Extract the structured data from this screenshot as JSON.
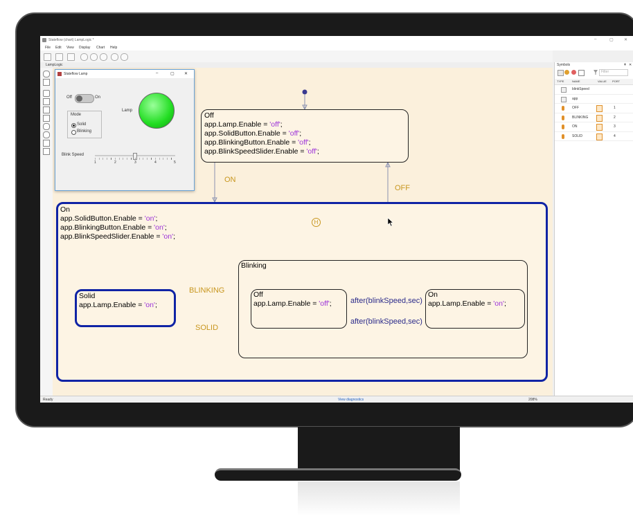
{
  "window": {
    "title": "Stateflow (chart) LampLogic *",
    "controls": [
      "–",
      "▢",
      "✕"
    ]
  },
  "menu": [
    "File",
    "Edit",
    "View",
    "Display",
    "Chart",
    "Help"
  ],
  "breadcrumb": "LampLogic",
  "status": {
    "left": "Ready",
    "center": "View diagnostics",
    "zoom": "208%"
  },
  "lamp_app": {
    "title": "Stateflow Lamp",
    "switch_off": "Off",
    "switch_on": "On",
    "lamp_label": "Lamp",
    "lamp_color": "#22dd22",
    "mode_label": "Mode",
    "mode_options": [
      "Solid",
      "Blinking"
    ],
    "mode_selected": "Solid",
    "blink_label": "Blink Speed",
    "slider_ticks": [
      "1",
      "2",
      "3",
      "4",
      "5"
    ],
    "slider_value": 3
  },
  "symbols": {
    "title": "Symbols",
    "filter_placeholder": "Filter",
    "columns": [
      "TYPE",
      "NAME",
      "VALUE",
      "PORT"
    ],
    "rows": [
      {
        "name": "blinkSpeed",
        "value": "",
        "port": ""
      },
      {
        "name": "app",
        "value": "",
        "port": ""
      },
      {
        "name": "OFF",
        "value": "",
        "port": "1"
      },
      {
        "name": "BLINKING",
        "value": "",
        "port": "2"
      },
      {
        "name": "ON",
        "value": "",
        "port": "3"
      },
      {
        "name": "SOLID",
        "value": "",
        "port": "4"
      }
    ]
  },
  "chart": {
    "off_state": {
      "name": "Off",
      "lines": [
        {
          "pre": "app.Lamp.Enable = ",
          "val": "'off'",
          "post": ";"
        },
        {
          "pre": "app.SolidButton.Enable = ",
          "val": "'off'",
          "post": ";"
        },
        {
          "pre": "app.BlinkingButton.Enable = ",
          "val": "'off'",
          "post": ";"
        },
        {
          "pre": "app.BlinkSpeedSlider.Enable = ",
          "val": "'off'",
          "post": ";"
        }
      ]
    },
    "on_state": {
      "name": "On",
      "lines": [
        {
          "pre": "app.SolidButton.Enable = ",
          "val": "'on'",
          "post": ";"
        },
        {
          "pre": "app.BlinkingButton.Enable = ",
          "val": "'on'",
          "post": ";"
        },
        {
          "pre": "app.BlinkSpeedSlider.Enable = ",
          "val": "'on'",
          "post": ";"
        }
      ],
      "history": "H"
    },
    "solid_state": {
      "name": "Solid",
      "line": {
        "pre": "app.Lamp.Enable = ",
        "val": "'on'",
        "post": ";"
      }
    },
    "blinking_state": {
      "name": "Blinking"
    },
    "blink_off": {
      "name": "Off",
      "line": {
        "pre": "app.Lamp.Enable = ",
        "val": "'off'",
        "post": ";"
      }
    },
    "blink_on": {
      "name": "On",
      "line": {
        "pre": "app.Lamp.Enable = ",
        "val": "'on'",
        "post": ";"
      }
    },
    "transitions": {
      "on": "ON",
      "off": "OFF",
      "blinking": "BLINKING",
      "solid": "SOLID",
      "after_fn": "after",
      "after_args": "(blinkSpeed,sec)"
    },
    "active_color": "#0f23a5",
    "string_color": "#9b30d9",
    "label_color": "#c8961e"
  }
}
